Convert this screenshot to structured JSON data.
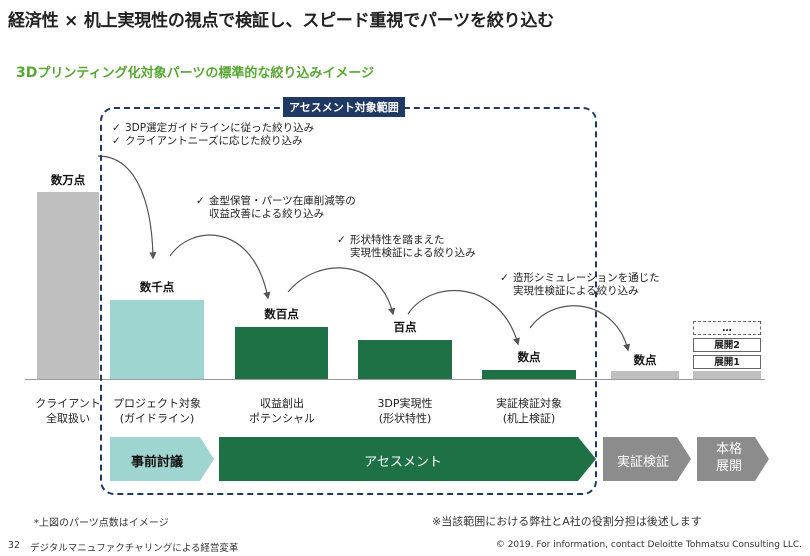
{
  "title": "経済性 × 机上実現性の視点で検証し、スピード重視でパーツを絞り込む",
  "subtitle": {
    "highlight": "3D",
    "rest": "プリンティング化対象パーツの標準的な絞り込みイメージ"
  },
  "scope": {
    "label": "アセスメント対象範囲"
  },
  "bullets": {
    "group1": [
      "3DP選定ガイドラインに従った絞り込み",
      "クライアントニーズに応じた絞り込み"
    ],
    "group2": [
      "金型保管・パーツ在庫削減等の",
      "収益改善による絞り込み"
    ],
    "group3": [
      "形状特性を踏まえた",
      "実現性検証による絞り込み"
    ],
    "group4": [
      "造形シミュレーションを通じた",
      "実現性検証による絞り込み"
    ]
  },
  "bars": [
    {
      "value_label": "数万点",
      "category": [
        "クライアント",
        "全取扱い"
      ],
      "color": "#bfbfbf"
    },
    {
      "value_label": "数千点",
      "category": [
        "プロジェクト対象",
        "(ガイドライン)"
      ],
      "color": "#9fd5d1"
    },
    {
      "value_label": "数百点",
      "category": [
        "収益創出",
        "ポテンシャル"
      ],
      "color": "#1e7145"
    },
    {
      "value_label": "百点",
      "category": [
        "3DP実現性",
        "(形状特性)"
      ],
      "color": "#1e7145"
    },
    {
      "value_label": "数点",
      "category": [
        "実証検証対象",
        "(机上検証)"
      ],
      "color": "#1e7145"
    },
    {
      "value_label": "数点",
      "category": [],
      "color": "#bfbfbf"
    }
  ],
  "stack": {
    "items": [
      "…",
      "展開2",
      "展開1"
    ]
  },
  "phases": [
    {
      "label": "事前討議",
      "color": "#9fd5d1",
      "text_color": "#111111"
    },
    {
      "label": "アセスメント",
      "color": "#1e7145",
      "text_color": "#ffffff"
    },
    {
      "label": "実証検証",
      "color": "#8c8c8c",
      "text_color": "#ffffff"
    },
    {
      "label": "本格\n展開",
      "color": "#8c8c8c",
      "text_color": "#ffffff"
    }
  ],
  "notes": {
    "left": "*上図のパーツ点数はイメージ",
    "right": "※当該範囲における弊社とA社の役割分担は後述します"
  },
  "footer": {
    "page_number": "32",
    "book_title": "デジタルマニュファクチャリングによる経営変革",
    "copyright": "© 2019. For information, contact Deloitte Tohmatsu Consulting LLC."
  }
}
